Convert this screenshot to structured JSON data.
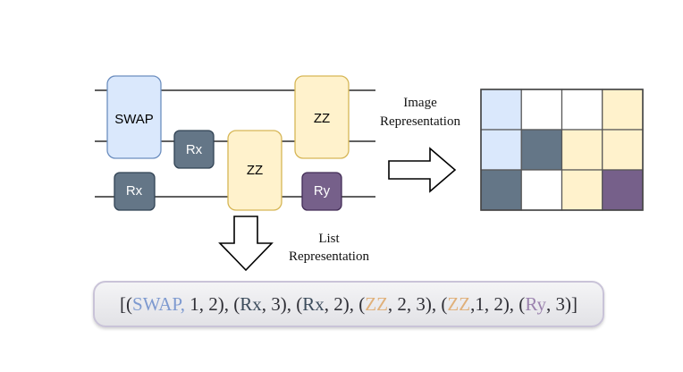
{
  "circuit": {
    "gates": [
      {
        "label": "SWAP",
        "color": "#dae8fc",
        "stroke": "#6c8ebf",
        "text_color": "#000000"
      },
      {
        "label": "Rx",
        "color": "#647687",
        "stroke": "#314354",
        "text_color": "#ffffff"
      },
      {
        "label": "Rx",
        "color": "#647687",
        "stroke": "#314354",
        "text_color": "#ffffff"
      },
      {
        "label": "ZZ",
        "color": "#fff2cc",
        "stroke": "#d6b656",
        "text_color": "#000000"
      },
      {
        "label": "ZZ",
        "color": "#fff2cc",
        "stroke": "#d6b656",
        "text_color": "#000000"
      },
      {
        "label": "Ry",
        "color": "#76608a",
        "stroke": "#432d57",
        "text_color": "#ffffff"
      }
    ]
  },
  "labels": {
    "image_line1": "Image",
    "image_line2": "Representation",
    "list_line1": "List",
    "list_line2": "Representation"
  },
  "grid": {
    "rows": 3,
    "cols": 4,
    "cells": [
      "#dae8fc",
      "#ffffff",
      "#ffffff",
      "#fff2cc",
      "#dae8fc",
      "#647687",
      "#fff2cc",
      "#fff2cc",
      "#647687",
      "#ffffff",
      "#fff2cc",
      "#76608a"
    ]
  },
  "list_repr": {
    "tokens": [
      {
        "text": "[(",
        "color": "#2f2f36"
      },
      {
        "text": "SWAP,",
        "color": "#7e9ad0"
      },
      {
        "text": " 1, 2), (",
        "color": "#2f2f36"
      },
      {
        "text": "Rx",
        "color": "#3c4c5c"
      },
      {
        "text": ", 3), (",
        "color": "#2f2f36"
      },
      {
        "text": "Rx",
        "color": "#3c4c5c"
      },
      {
        "text": ", 2), (",
        "color": "#2f2f36"
      },
      {
        "text": "ZZ",
        "color": "#e0b07a"
      },
      {
        "text": ", 2, 3), (",
        "color": "#2f2f36"
      },
      {
        "text": "ZZ",
        "color": "#e0b07a"
      },
      {
        "text": ",1, 2), (",
        "color": "#2f2f36"
      },
      {
        "text": "Ry",
        "color": "#9b82ae"
      },
      {
        "text": ", 3)]",
        "color": "#2f2f36"
      }
    ]
  }
}
